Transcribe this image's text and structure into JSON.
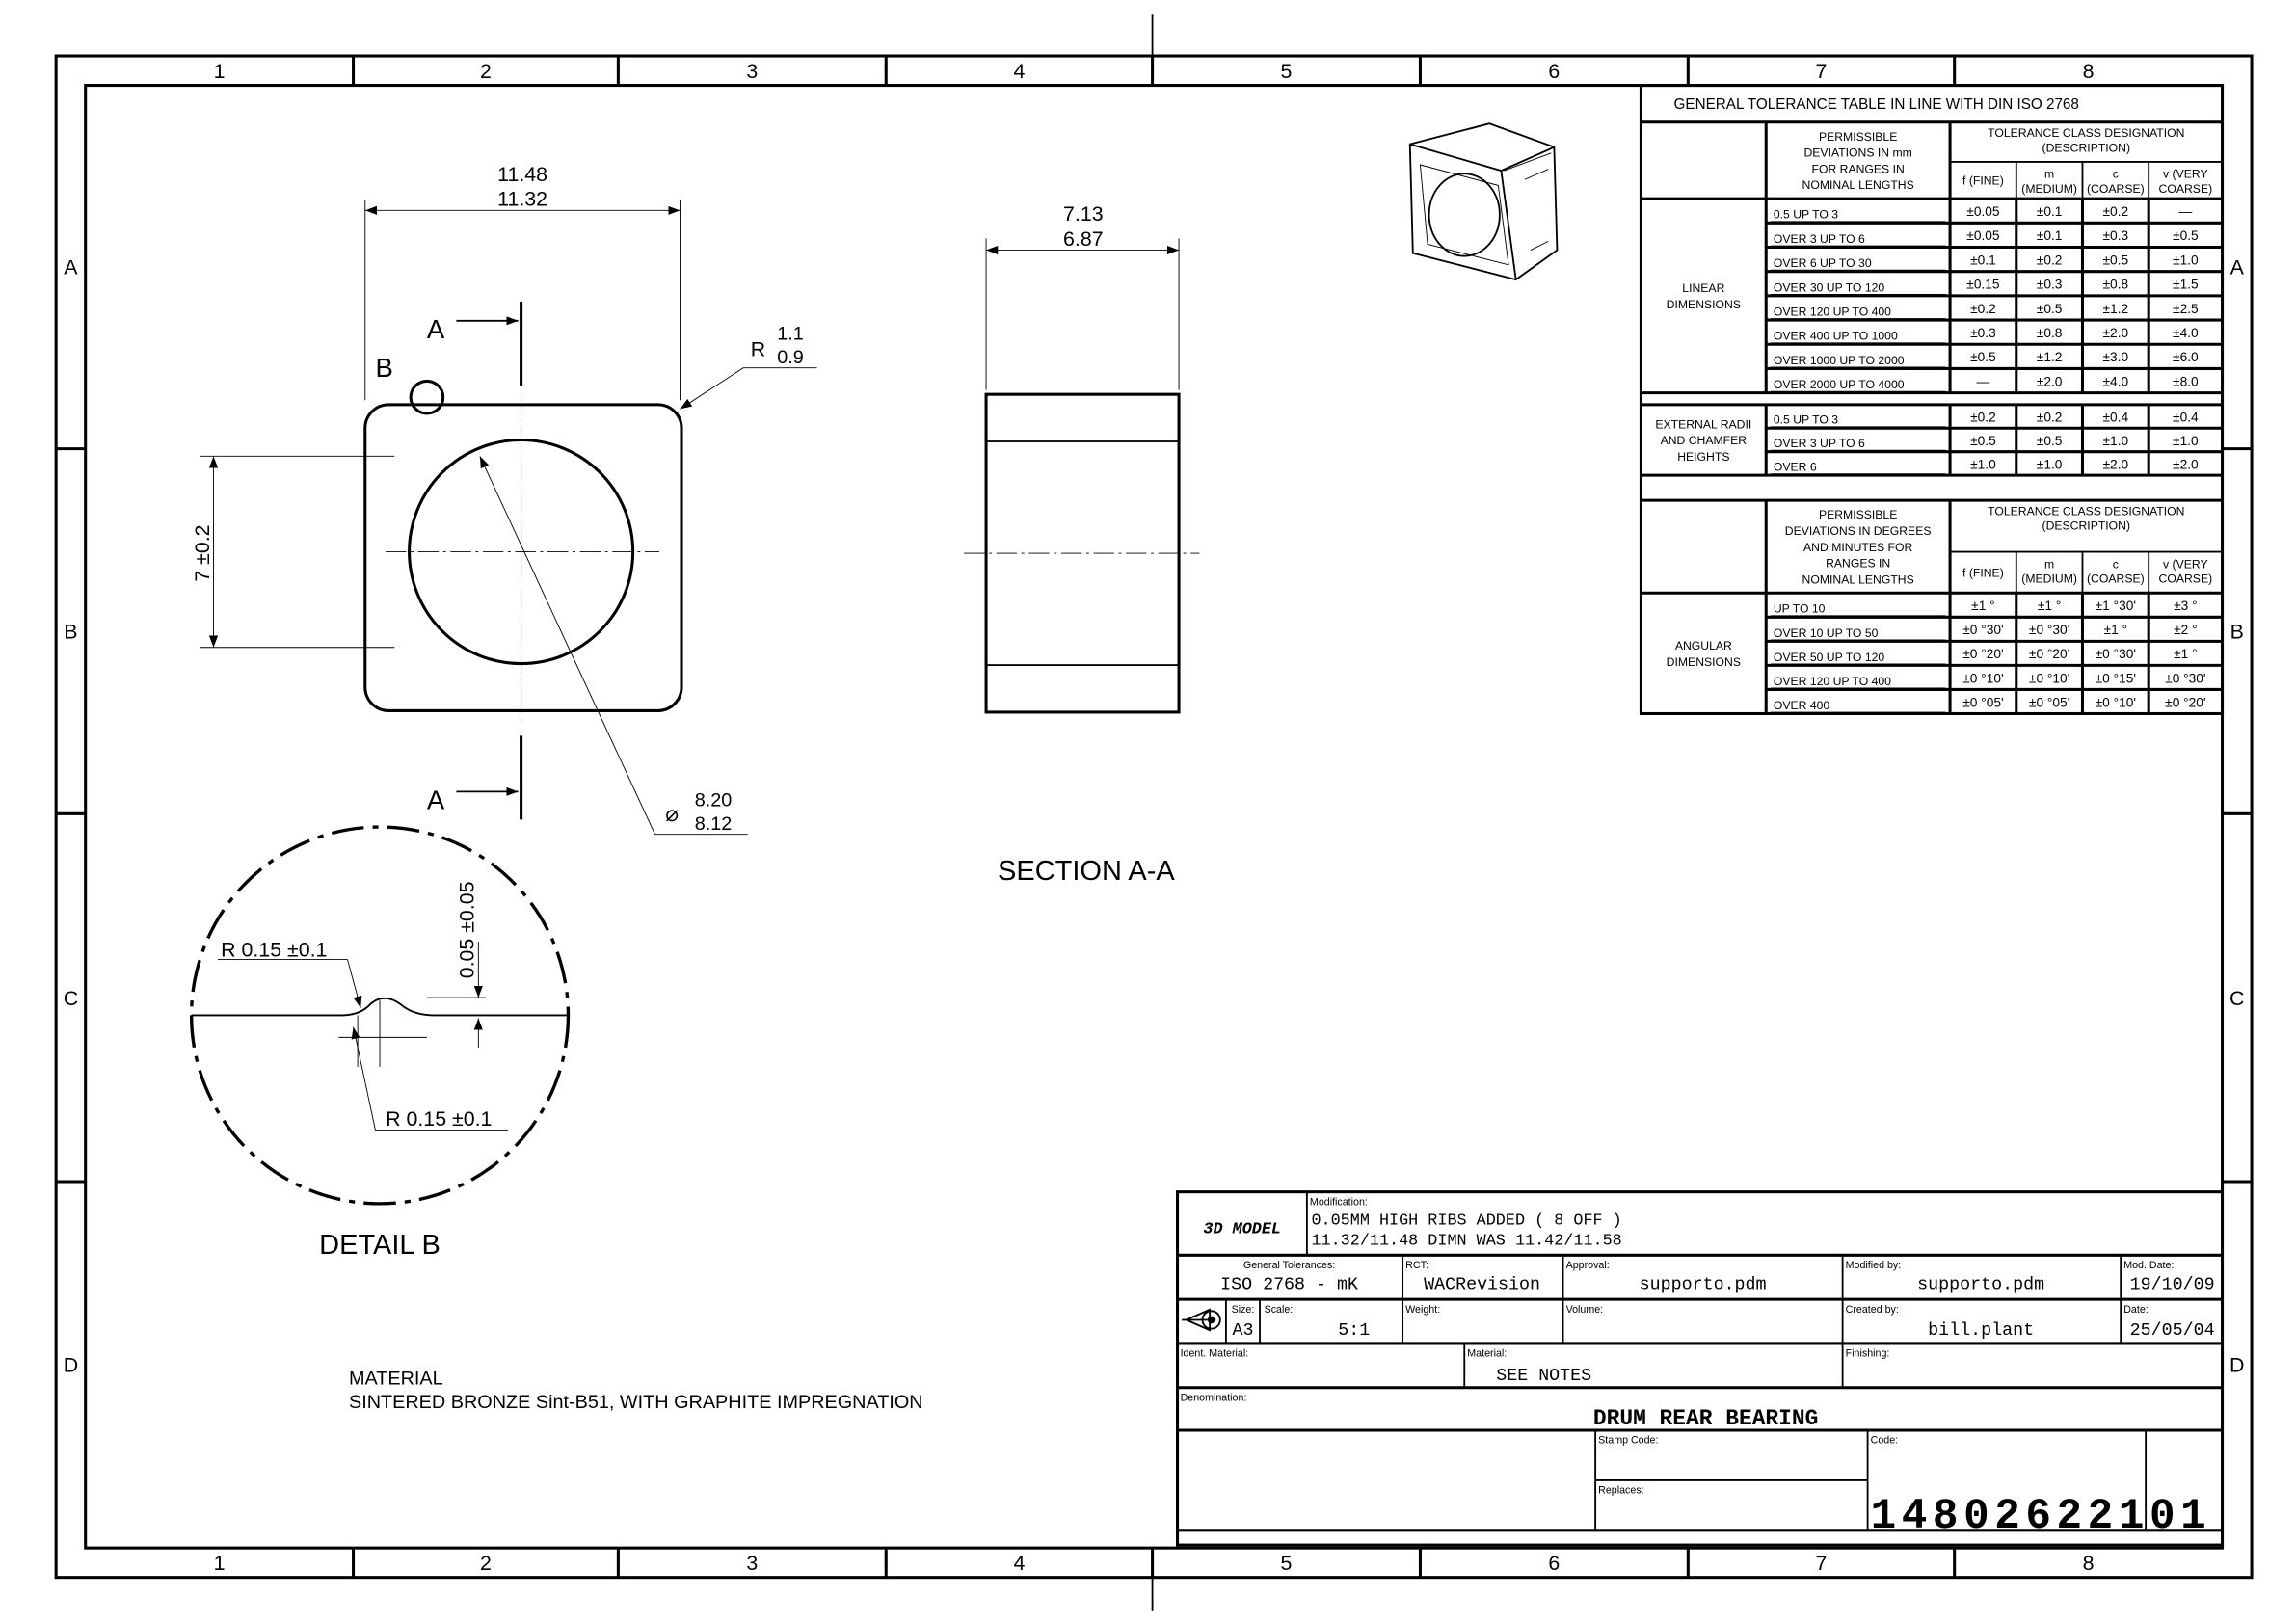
{
  "frame": {
    "columns": [
      "1",
      "2",
      "3",
      "4",
      "5",
      "6",
      "7",
      "8"
    ],
    "rows": [
      "A",
      "B",
      "C",
      "D"
    ]
  },
  "views": {
    "front": {
      "dim_width_upper": "11.48",
      "dim_width_lower": "11.32",
      "dim_height": "7 ±0.2",
      "radius_prefix": "R",
      "radius_upper": "1.1",
      "radius_lower": "0.9",
      "diameter_symbol": "⌀",
      "diameter_upper": "8.20",
      "diameter_lower": "8.12",
      "section_label": "A",
      "detail_label": "B"
    },
    "section": {
      "title": "SECTION A-A",
      "dim_upper": "7.13",
      "dim_lower": "6.87"
    },
    "detail": {
      "title": "DETAIL B",
      "radius_top": "R 0.15 ±0.1",
      "radius_bottom": "R 0.15 ±0.1",
      "rib_height": "0.05 ±0.05"
    },
    "material": {
      "label": "MATERIAL",
      "value": "SINTERED BRONZE Sint-B51,  WITH GRAPHITE IMPREGNATION"
    }
  },
  "tolerance_table": {
    "title": "GENERAL TOLERANCE TABLE IN LINE WITH DIN ISO 2768",
    "class_header": [
      "TOLERANCE CLASS DESIGNATION",
      "(DESCRIPTION)"
    ],
    "classes": [
      [
        "f (FINE)"
      ],
      [
        "m",
        "(MEDIUM)"
      ],
      [
        "c",
        "(COARSE)"
      ],
      [
        "v (VERY",
        "COARSE)"
      ]
    ],
    "linear": {
      "header": [
        "PERMISSIBLE",
        "DEVIATIONS IN mm",
        "FOR RANGES IN",
        "NOMINAL LENGTHS"
      ],
      "group": [
        "LINEAR",
        "DIMENSIONS"
      ],
      "rows": [
        [
          "0.5 UP TO 3",
          "±0.05",
          "±0.1",
          "±0.2",
          "—"
        ],
        [
          "OVER 3 UP TO 6",
          "±0.05",
          "±0.1",
          "±0.3",
          "±0.5"
        ],
        [
          "OVER 6 UP TO 30",
          "±0.1",
          "±0.2",
          "±0.5",
          "±1.0"
        ],
        [
          "OVER 30 UP TO 120",
          "±0.15",
          "±0.3",
          "±0.8",
          "±1.5"
        ],
        [
          "OVER 120 UP TO 400",
          "±0.2",
          "±0.5",
          "±1.2",
          "±2.5"
        ],
        [
          "OVER 400 UP TO 1000",
          "±0.3",
          "±0.8",
          "±2.0",
          "±4.0"
        ],
        [
          "OVER 1000 UP TO 2000",
          "±0.5",
          "±1.2",
          "±3.0",
          "±6.0"
        ],
        [
          "OVER 2000 UP TO 4000",
          "—",
          "±2.0",
          "±4.0",
          "±8.0"
        ]
      ]
    },
    "radii": {
      "group": [
        "EXTERNAL RADII",
        "AND CHAMFER",
        "HEIGHTS"
      ],
      "rows": [
        [
          "0.5 UP TO 3",
          "±0.2",
          "±0.2",
          "±0.4",
          "±0.4"
        ],
        [
          "OVER 3 UP TO 6",
          "±0.5",
          "±0.5",
          "±1.0",
          "±1.0"
        ],
        [
          "OVER 6",
          "±1.0",
          "±1.0",
          "±2.0",
          "±2.0"
        ]
      ]
    },
    "angular": {
      "header": [
        "PERMISSIBLE",
        "DEVIATIONS IN DEGREES",
        "AND MINUTES FOR",
        "RANGES IN",
        "NOMINAL LENGTHS"
      ],
      "group": [
        "ANGULAR",
        "DIMENSIONS"
      ],
      "rows": [
        [
          "UP TO 10",
          "±1 °",
          "±1 °",
          "±1 °30'",
          "±3 °"
        ],
        [
          "OVER 10 UP TO 50",
          "±0 °30'",
          "±0 °30'",
          "±1 °",
          "±2 °"
        ],
        [
          "OVER 50 UP TO 120",
          "±0 °20'",
          "±0 °20'",
          "±0 °30'",
          "±1 °"
        ],
        [
          "OVER 120 UP TO 400",
          "±0 °10'",
          "±0 °10'",
          "±0 °15'",
          "±0 °30'"
        ],
        [
          "OVER 400",
          "±0 °05'",
          "±0 °05'",
          "±0 °10'",
          "±0 °20'"
        ]
      ]
    }
  },
  "title_block": {
    "model_label": "3D MODEL",
    "modification_label": "Modification:",
    "modification_lines": [
      "0.05MM HIGH RIBS ADDED ( 8 OFF )",
      "11.32/11.48 DIMN WAS 11.42/11.58"
    ],
    "general_tolerances_label": "General Tolerances:",
    "general_tolerances": "ISO 2768 - mK",
    "rct_label": "RCT:",
    "rct": "WACRevision",
    "approval_label": "Approval:",
    "approval": "supporto.pdm",
    "modified_by_label": "Modified by:",
    "modified_by": "supporto.pdm",
    "mod_date_label": "Mod. Date:",
    "mod_date": "19/10/09",
    "size_label": "Size:",
    "size": "A3",
    "scale_label": "Scale:",
    "scale": "5:1",
    "weight_label": "Weight:",
    "volume_label": "Volume:",
    "created_by_label": "Created by:",
    "created_by": "bill.plant",
    "date_label": "Date:",
    "date": "25/05/04",
    "ident_material_label": "Ident. Material:",
    "material_label": "Material:",
    "material": "SEE NOTES",
    "finishing_label": "Finishing:",
    "denomination_label": "Denomination:",
    "denomination": "DRUM REAR BEARING",
    "stamp_code_label": "Stamp Code:",
    "replaces_label": "Replaces:",
    "code_label": "Code:",
    "code": "14802622101"
  }
}
